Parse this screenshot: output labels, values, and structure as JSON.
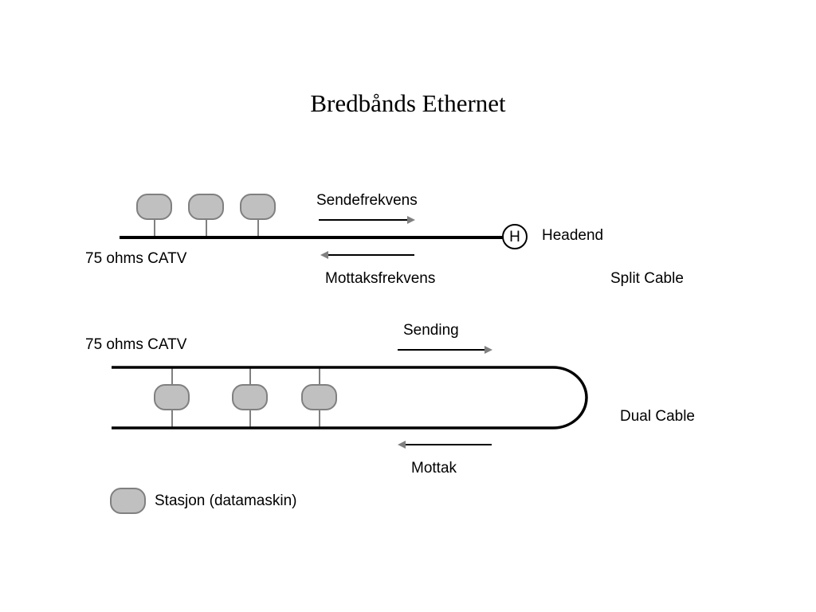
{
  "title": "Bredbånds Ethernet",
  "split": {
    "cable_label": "75 ohms CATV",
    "send_label": "Sendefrekvens",
    "receive_label": "Mottaksfrekvens",
    "headend_symbol": "H",
    "headend_label": "Headend",
    "name": "Split Cable"
  },
  "dual": {
    "cable_label": "75 ohms CATV",
    "send_label": "Sending",
    "receive_label": "Mottak",
    "name": "Dual Cable"
  },
  "legend": {
    "label": "Stasjon (datamaskin)"
  },
  "colors": {
    "station_fill": "#c0c0c0",
    "station_stroke": "#808080",
    "cable": "#000000",
    "arrow_head": "#808080"
  }
}
